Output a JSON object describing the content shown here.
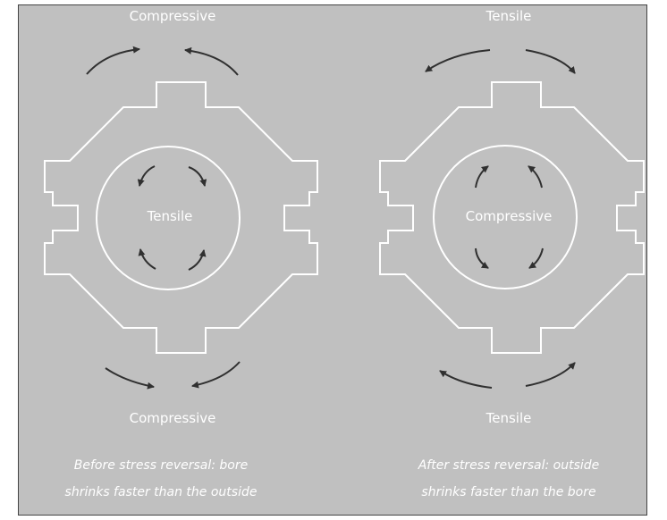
{
  "left_panel": {
    "top_label": "Compressive",
    "bore_label": "Tensile",
    "bottom_label": "Compressive",
    "caption_line1": "Before stress reversal: bore",
    "caption_line2": "shrinks faster than the outside"
  },
  "right_panel": {
    "top_label": "Tensile",
    "bore_label": "Compressive",
    "bottom_label": "Tensile",
    "caption_line1": "After stress reversal: outside",
    "caption_line2": "shrinks faster than the bore"
  },
  "colors": {
    "background": "#c0c0c0",
    "outline": "#ffffff",
    "arrow": "#303030",
    "text": "#ffffff"
  }
}
